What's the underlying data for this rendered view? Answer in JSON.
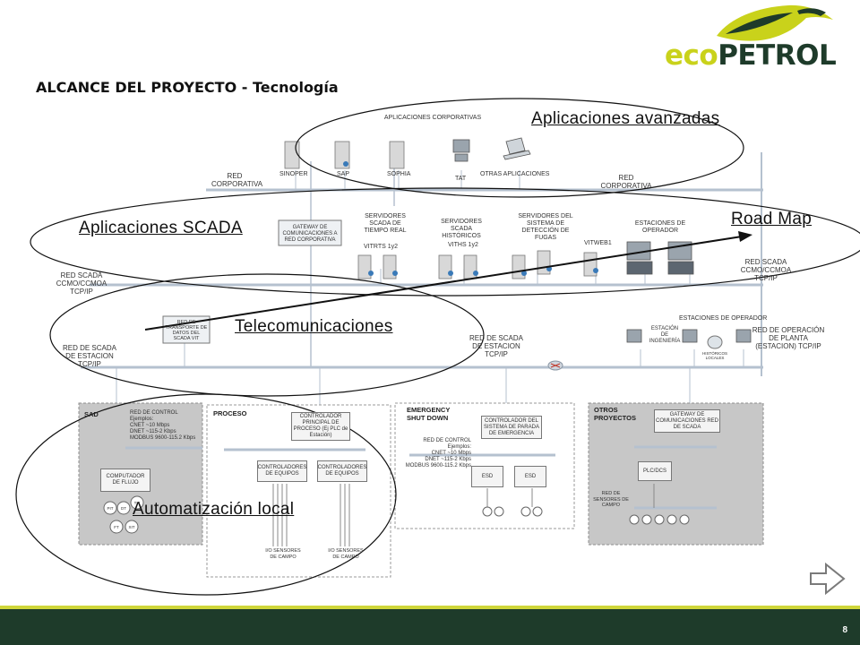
{
  "header": {
    "title": "ALCANCE DEL PROYECTO - Tecnología",
    "logo_text": "ecopetrol",
    "colors": {
      "logo_eco": "#c9d21b",
      "logo_petrol": "#1e3b2a",
      "bar_dark": "#1e3b2a",
      "bar_accent": "#cfd63a"
    }
  },
  "layers": {
    "advanced": "Aplicaciones avanzadas",
    "scada": "Aplicaciones SCADA",
    "road_map": "Road Map",
    "telecom": "Telecomunicaciones",
    "local_automation": "Automatización local"
  },
  "corporate": {
    "heading": "APLICACIONES CORPORATIVAS",
    "servers": [
      "SINOPER",
      "SAP",
      "SOPHIA",
      "TAT",
      "OTRAS APLICACIONES"
    ],
    "network_left": "RED CORPORATIVA",
    "network_right": "RED CORPORATIVA"
  },
  "scada": {
    "gateway": "GATEWAY DE COMUNICACIONES A RED CORPORATIVA",
    "real_time": "SERVIDORES SCADA DE TIEMPO REAL",
    "real_time_sub": "VITRTS 1y2",
    "historic": "SERVIDORES SCADA HISTÓRICOS",
    "historic_sub": "VITHS 1y2",
    "leak": "SERVIDORES DEL SISTEMA DE DETECCIÓN DE FUGAS",
    "vitweb": "VITWEB1",
    "operators": "ESTACIONES DE OPERADOR",
    "network_left": "RED SCADA CCMO/CCMOA TCP/IP",
    "network_right": "RED SCADA CCMO/CCMOA TCP/IP"
  },
  "telecom": {
    "transport": "RED DE TRANSPORTE DE DATOS DEL SCADA VIT",
    "station_net_left": "RED DE SCADA DE ESTACION TCP/IP",
    "station_net_center": "RED DE SCADA DE ESTACION TCP/IP",
    "operator_stations": "ESTACIONES DE OPERADOR",
    "engineering": "ESTACIÓN DE INGENIERÍA",
    "historic_local": "HISTÓRICOS LOCALES",
    "plant_net": "RED DE OPERACIÓN DE PLANTA (ESTACION) TCP/IP"
  },
  "local": {
    "sad": {
      "label": "SAD",
      "control_net": "RED DE CONTROL",
      "examples": "Ejemplos:",
      "cnet": "CNET ~10 Mbps",
      "dnet": "DNET ~115-2 Kbps",
      "modbus": "MODBUS 9600-115.2 Kbps",
      "flow_computer": "COMPUTADOR DE FLUJO",
      "instruments": [
        "PIT",
        "DT",
        "TIT",
        "FT",
        "XIT"
      ]
    },
    "proceso": {
      "label": "PROCESO",
      "main_controller": "CONTROLADOR PRINCIPAL DE PROCESO (Ej PLC de Estación)",
      "equip_1": "CONTROLADORES DE EQUIPOS",
      "equip_2": "CONTROLADORES DE EQUIPOS",
      "io_1": "I/O SENSORES DE CAMPO",
      "io_2": "I/O SENSORES DE CAMPO"
    },
    "esd": {
      "label": "EMERGENCY SHUT DOWN",
      "controller": "CONTROLADOR DEL SISTEMA DE PARADA DE EMERGENCIA",
      "control_net": "RED DE CONTROL",
      "examples": "Ejemplos:",
      "cnet": "CNET ~10 Mbps",
      "dnet": "DNET ~115-2 Kbps",
      "modbus": "MODBUS 9600-115.2 Kbps",
      "esd_1": "ESD",
      "esd_2": "ESD"
    },
    "otros": {
      "label": "OTROS PROYECTOS",
      "gateway": "GATEWAY DE COMUNICACIONES RED DE SCADA",
      "plc": "PLC/DCS",
      "sensors": "RED DE SENSORES DE CAMPO"
    }
  },
  "footer": {
    "page": "8"
  }
}
